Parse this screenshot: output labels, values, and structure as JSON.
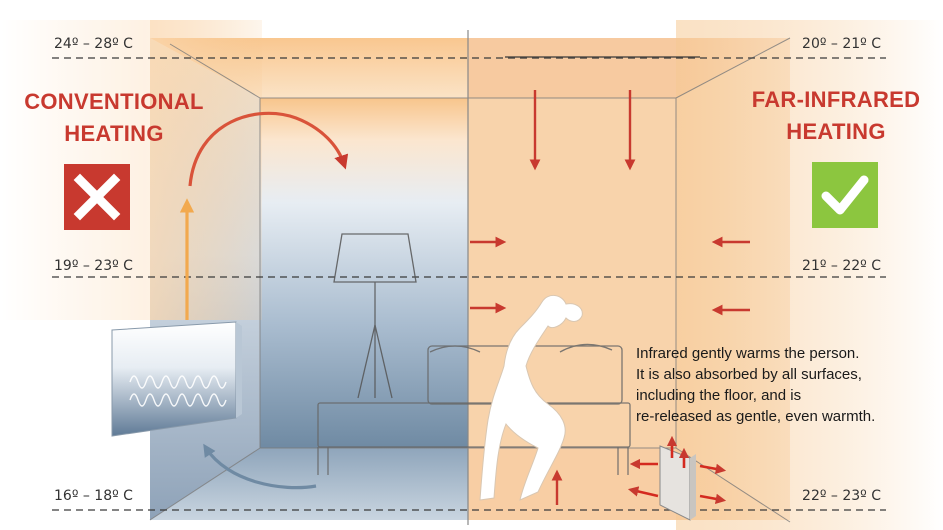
{
  "conventional": {
    "title_line1": "CONVENTIONAL",
    "title_line2": "HEATING",
    "status": "cross",
    "status_color": "#c8392f",
    "temps": {
      "top": "24º – 28º C",
      "middle": "19º – 23º C",
      "bottom": "16º – 18º C"
    }
  },
  "infrared": {
    "title_line1": "FAR-INFRARED",
    "title_line2": "HEATING",
    "status": "check",
    "status_color": "#8cc63f",
    "temps": {
      "top": "20º – 21º C",
      "middle": "21º – 22º C",
      "bottom": "22º – 23º C"
    }
  },
  "caption": {
    "line1": "Infrared gently warms the person.",
    "line2": "It is also absorbed by all surfaces,",
    "line3": "including the floor, and is",
    "line4": "re-released as gentle, even warmth."
  },
  "colors": {
    "accent_red": "#c8392f",
    "warm_orange": "#f6c892",
    "cool_blue": "#6f8aa3",
    "updraft_arrow": "#f2a94e"
  }
}
